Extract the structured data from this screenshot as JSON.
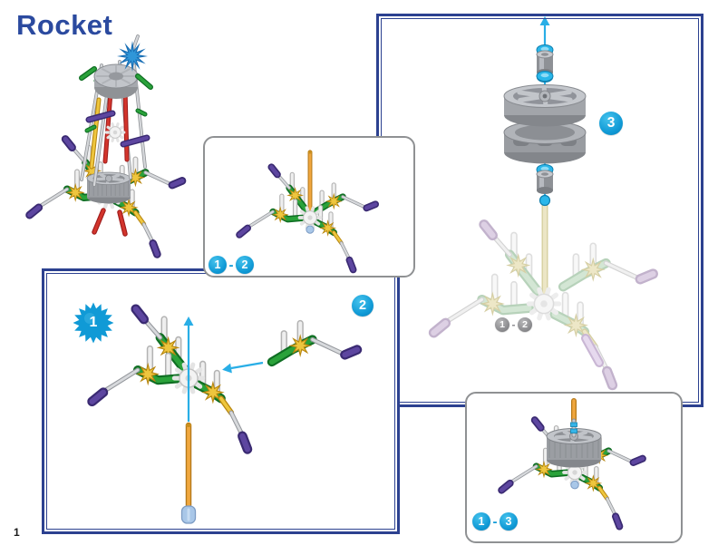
{
  "title": "Rocket",
  "page_number": "1",
  "colors": {
    "navy_border": "#2c4190",
    "gray_panel_border": "#8f9193",
    "badge_blue": "#109ad6",
    "badge_gray": "#8d8d90",
    "arrow_cyan": "#29aee6",
    "title_blue": "#2b4a9f"
  },
  "part_colors": {
    "green": "#2aa23a",
    "yellow": "#eec63e",
    "purple": "#5d46a0",
    "gray_rod": "#d7d9dc",
    "white_rod": "#efefef",
    "orange": "#f0a73e",
    "red": "#d3352c",
    "blue_connector": "#1a6fb5",
    "cyan_spacer": "#2ab7ea",
    "wheel_gray": "#b1b4b9",
    "foot_blue": "#a9c7e8",
    "ghost_tan": "#ece6c6",
    "ghost_green": "#d3e6d4",
    "ghost_lavender": "#e6d9ee"
  },
  "panels": {
    "preview_1_2": {
      "range_start": "1",
      "range_separator": "-",
      "range_end": "2"
    },
    "step_main": {
      "burst_step": "1",
      "next_step": "2"
    },
    "step_wheels": {
      "step": "3",
      "ghost_range_start": "1",
      "ghost_range_separator": "-",
      "ghost_range_end": "2"
    },
    "preview_1_3": {
      "range_start": "1",
      "range_separator": "-",
      "range_end": "3"
    }
  }
}
